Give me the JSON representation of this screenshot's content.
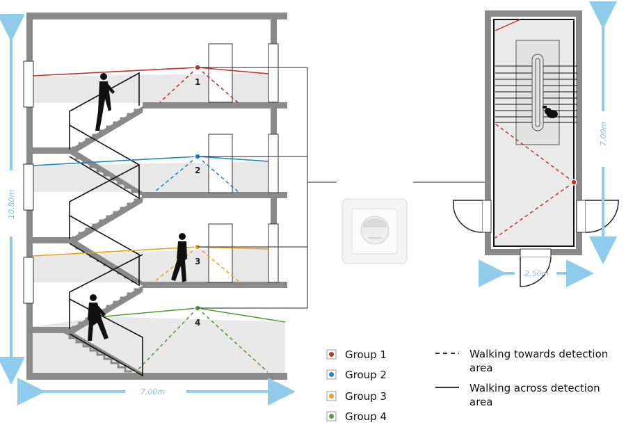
{
  "section": {
    "width_label": "7,00m",
    "height_label": "10,80m",
    "sensor_labels": [
      "1",
      "2",
      "3",
      "4"
    ]
  },
  "plan": {
    "width_label": "2,50m",
    "length_label": "7,00m"
  },
  "legend": {
    "groups": [
      {
        "label": "Group 1",
        "color": "#c0322c"
      },
      {
        "label": "Group 2",
        "color": "#1d86c8"
      },
      {
        "label": "Group 3",
        "color": "#e8a21a"
      },
      {
        "label": "Group 4",
        "color": "#5a9a3c"
      }
    ],
    "line_types": [
      {
        "style": "dashed",
        "label_line1": "Walking towards detection",
        "label_line2": "area"
      },
      {
        "style": "solid",
        "label_line1": "Walking across detection",
        "label_line2": "area"
      }
    ]
  },
  "colors": {
    "wall": "#8a8a8a",
    "fill": "#eaeaea",
    "dimension": "#8fcbea"
  }
}
